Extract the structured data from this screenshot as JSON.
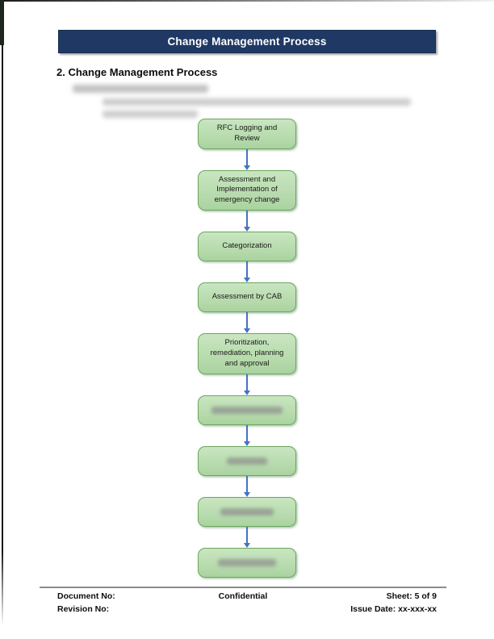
{
  "document": {
    "header_title": "Change Management Process",
    "section_heading": "2. Change Management Process"
  },
  "flowchart": {
    "steps": [
      {
        "label": "RFC Logging and Review",
        "redacted": false
      },
      {
        "label": "Assessment and Implementation of emergency change",
        "redacted": false
      },
      {
        "label": "Categorization",
        "redacted": false
      },
      {
        "label": "Assessment by CAB",
        "redacted": false
      },
      {
        "label": "Prioritization, remediation, planning and approval",
        "redacted": false
      },
      {
        "label": "",
        "redacted": true
      },
      {
        "label": "",
        "redacted": true
      },
      {
        "label": "",
        "redacted": true
      },
      {
        "label": "",
        "redacted": true
      }
    ],
    "box_fill": "#B9DCB0",
    "box_border": "#6BA75C",
    "arrow_color": "#4472C4"
  },
  "footer": {
    "document_no_label": "Document No:",
    "revision_no_label": "Revision No:",
    "confidential": "Confidential",
    "sheet": "Sheet: 5 of 9",
    "issue_date": "Issue Date: xx-xxx-xx"
  },
  "colors": {
    "header_bar": "#1F3864",
    "accent_green": "#6BA75C",
    "arrow_blue": "#4472C4"
  }
}
